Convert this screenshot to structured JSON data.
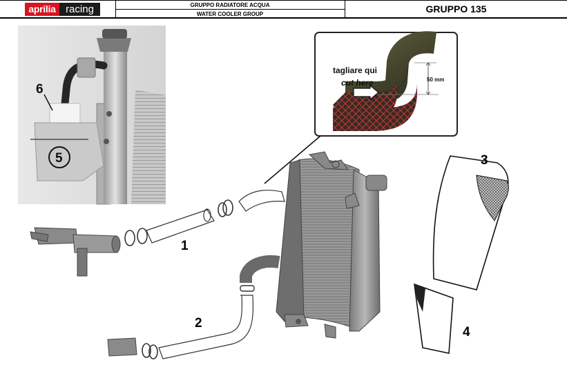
{
  "header": {
    "brand_primary": "aprilia",
    "brand_secondary": "racing",
    "title_it": "GRUPPO RADIATORE ACQUA",
    "title_en": "WATER COOLER GROUP",
    "group_label": "GRUPPO 135"
  },
  "photo_inset": {
    "labels": [
      "6",
      "5"
    ]
  },
  "detail_inset": {
    "instruction_it": "tagliare qui",
    "instruction_en": "cut here",
    "dimension": "50 mm"
  },
  "callouts": [
    "1",
    "2",
    "3",
    "4"
  ],
  "colors": {
    "brand_red": "#d7141f",
    "hose_dark": "#4a4a32",
    "hose_mesh": "#8a2a2a",
    "mesh_lines": "#e03030",
    "part_grey": "#8c8c8c"
  }
}
